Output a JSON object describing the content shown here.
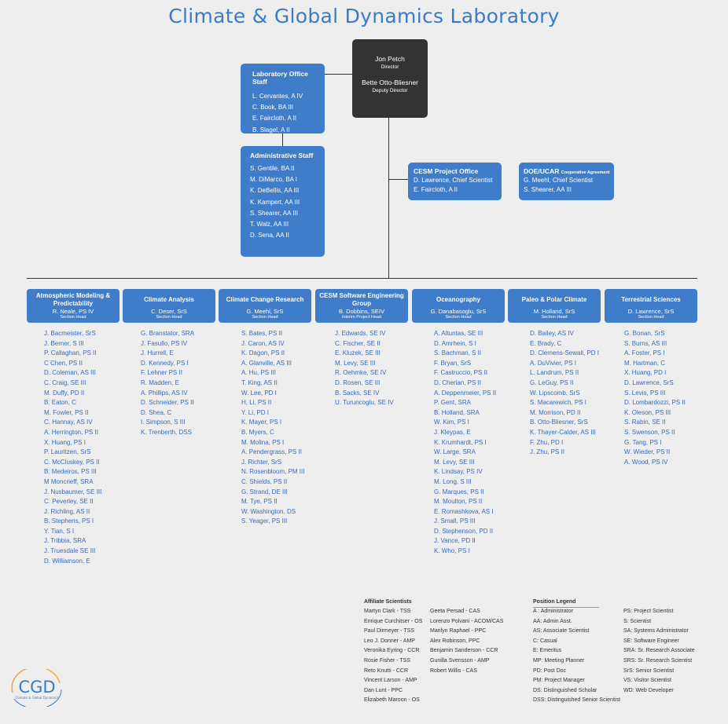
{
  "title": "Climate & Global Dynamics Laboratory",
  "director": {
    "name": "Jon Petch",
    "role": "Director",
    "deputy_name": "Bette Otto-Bliesner",
    "deputy_role": "Deputy Director"
  },
  "lab_office": {
    "title": "Laboratory Office Staff",
    "members": [
      "L. Cervantes, A IV",
      "C. Book, BA III",
      "E. Faircloth, A II",
      "B. Slagel, A II"
    ]
  },
  "admin_staff": {
    "title": "Administrative Staff",
    "members": [
      "S. Gentile, BA II",
      "M. DiMarco, BA I",
      "K. DeBellis, AA III",
      "K. Kampert, AA III",
      "S. Shearer, AA III",
      "T. Walz, AA III",
      "D. Sena, AA II"
    ]
  },
  "cesm_office": {
    "title": "CESM Project Office",
    "members": [
      "D. Lawrence, Chief Scientist",
      "E. Faircloth, A II"
    ]
  },
  "doe_ucar": {
    "title": "DOE/UCAR",
    "subtitle": "Cooperative Agreement",
    "members": [
      "G. Meehl, Chief Scientist",
      "S. Shearer, AA III"
    ]
  },
  "sections": [
    {
      "name": "Atmospheric Modeling & Predictability",
      "head": "R. Neale, PS IV",
      "role": "Section Head",
      "members": [
        "J. Bacmeister, SrS",
        "J. Berner, S III",
        "P. Callaghan, PS II",
        "C Chen, PS II",
        "D. Coleman, AS III",
        "C. Craig, SE III",
        "M. Duffy, PD II",
        "B. Eaton, C",
        "M. Fowler, PS II",
        "C. Hannay, AS IV",
        "A. Herrington, PS II",
        "X. Huang, PS I",
        "P. Lauritzen, SrS",
        "C. McCluskey, PS II",
        "B. Medeiros, PS III",
        "M Moncrieff, SRA",
        "J. Nusbaumer, SE III",
        "C. Peverley, SE II",
        "J. Richling, AS II",
        "B. Stephens, PS I",
        "Y. Tian, S I",
        "J. Tribbia, SRA",
        "J. Truesdale SE III",
        "D. Williamson, E"
      ]
    },
    {
      "name": "Climate Analysis",
      "head": "C. Deser, SrS",
      "role": "Section Head",
      "members": [
        "G. Branstator, SRA",
        "J. Fasullo, PS IV",
        "J. Hurrell, E",
        "D. Kennedy, PS I",
        "F. Lehner PS II",
        "R. Madden, E",
        "A. Phillips, AS IV",
        "D. Schneider, PS II",
        "D. Shea, C",
        "I. Simpson, S III",
        "K. Trenberth, DSS"
      ]
    },
    {
      "name": "Climate Change Research",
      "head": "G. Meehl, SrS",
      "role": "Section Head",
      "members": [
        "S. Bates, PS II",
        "J. Caron, AS IV",
        "K. Dagon, PS II",
        "A. Glanville, AS III",
        "A. Hu, PS III",
        "T. King, AS II",
        "W. Lee, PD I",
        "H, Li, PS II",
        "Y. Li, PD I",
        "K. Mayer, PS I",
        "B. Myers, C",
        "M. Molina, PS I",
        "A. Pendergrass, PS II",
        "J. Richter, SrS",
        "N. Rosenbloom, PM III",
        "C. Shields, PS II",
        "G. Strand, DE III",
        "M. Tye, PS II",
        "W. Washington, DS",
        "S. Yeager, PS III"
      ]
    },
    {
      "name": "CESM Software Engineering Group",
      "head": "B. Dobbins, SEIV",
      "role": "Interim Project Head",
      "members": [
        "J. Edwards, SE IV",
        "C. Fischer, SE II",
        "E. Kluzek, SE III",
        "M. Levy, SE III",
        "R. Oehmke, SE IV",
        "D. Rosen, SE III",
        "B. Sacks, SE IV",
        "U. Turuncoglu, SE IV"
      ]
    },
    {
      "name": "Oceanography",
      "head": "G. Danabasoglu, SrS",
      "role": "Section Head",
      "members": [
        "A. Altuntas, SE III",
        "D. Amrhein, S I",
        "S. Bachman, S II",
        "F. Bryan, SrS",
        "F. Castruccio, PS II",
        "D. Cherian, PS II",
        "A. Deppenmeier, PS II",
        "P. Gent, SRA",
        "B. Holland, SRA",
        "W. Kim, PS I",
        "J. Kleypas, E",
        "K. Krumhardt, PS I",
        "W. Large, SRA",
        "M. Levy, SE III",
        "K. Lindsay, PS IV",
        "M. Long, S III",
        "G. Marques, PS II",
        "M. Moulton, PS II",
        "E. Romashkova, AS I",
        "J. Small, PS III",
        "D. Stephenson, PD II",
        "J. Vance, PD II",
        "K. Who, PS I"
      ]
    },
    {
      "name": "Paleo & Polar Climate",
      "head": "M. Holland, SrS",
      "role": "Section Head",
      "members": [
        "D. Bailey, AS IV",
        "E. Brady, C",
        "D. Clemens-Sewall, PD I",
        "A. DuVivier, PS I",
        "L. Landrum, PS II",
        "G. LeGuy, PS II",
        "W. Lipscomb, SrS",
        "S. Macarewich, PS I",
        "M. Morrison, PD II",
        "B. Otto-Bliesner, SrS",
        "K. Thayer-Calder, AS III",
        "F. Zhu, PD I",
        "J. Zhu, PS II"
      ]
    },
    {
      "name": "Terrestrial Sciences",
      "head": "D. Lawrence, SrS",
      "role": "Section Head",
      "members": [
        "G. Bonan, SrS",
        "S. Burns, AS III",
        "A. Foster, PS I",
        "M. Hartman, C",
        "X. Huang, PD I",
        "D. Lawrence, SrS",
        "S. Levis, PS III",
        "D. Lombardozzi, PS II",
        "K. Oleson, PS III",
        "S. Rabin, SE II",
        "S. Swenson, PS II",
        "G. Tang, PS I",
        "W. Wieder, PS II",
        "A. Wood, PS IV"
      ]
    }
  ],
  "affiliates": {
    "title": "Affiliate Scientists",
    "col1": [
      "Martyn Clark - TSS",
      "Enrique Curchitser - OS",
      "Paul Dirmeyer - TSS",
      "Leo J. Donner - AMP",
      "Veronika Eyring - CCR",
      "Rosie Fisher - TSS",
      "Reto Knutti - CCR",
      "Vincent Larson - AMP",
      "Dan Lunt - PPC",
      "Elizabeth Maroon - OS"
    ],
    "col2": [
      "Geeta Persad - CAS",
      "Lorenzo Polvani - ACOM/CAS",
      "Marilyn Raphael - PPC",
      "Alex Robinson, PPC",
      "Benjamin Sanderson - CCR",
      "Gunilla Svensson - AMP",
      "Robert Willis - CAS"
    ]
  },
  "legend": {
    "title": "Position Legend",
    "col1": [
      "A : Administrator",
      "AA: Admin Asst.",
      "AS: Associate Scientist",
      "C: Casual",
      "E: Emeritus",
      "MP: Meeting Planner",
      "PD: Post Doc",
      "PM: Project Manager",
      "DS: Distinguished Scholar",
      "DSS: Distinguished Senior Scientist"
    ],
    "col2": [
      "PS: Project Scientist",
      "S: Scientist",
      "SA: Systems Administrator",
      "SE: Software Engineer",
      "SRA: Sr. Research Associate",
      "SRS: Sr. Research Scientist",
      "SrS: Senior Scientist",
      "VS: Visitor Scientist",
      "WD: Web Developer"
    ]
  },
  "logo": {
    "text": "CGD",
    "subtext": "Climate & Global Dynamics",
    "accent": "#3a7bc8",
    "ring": "#e8a840"
  }
}
